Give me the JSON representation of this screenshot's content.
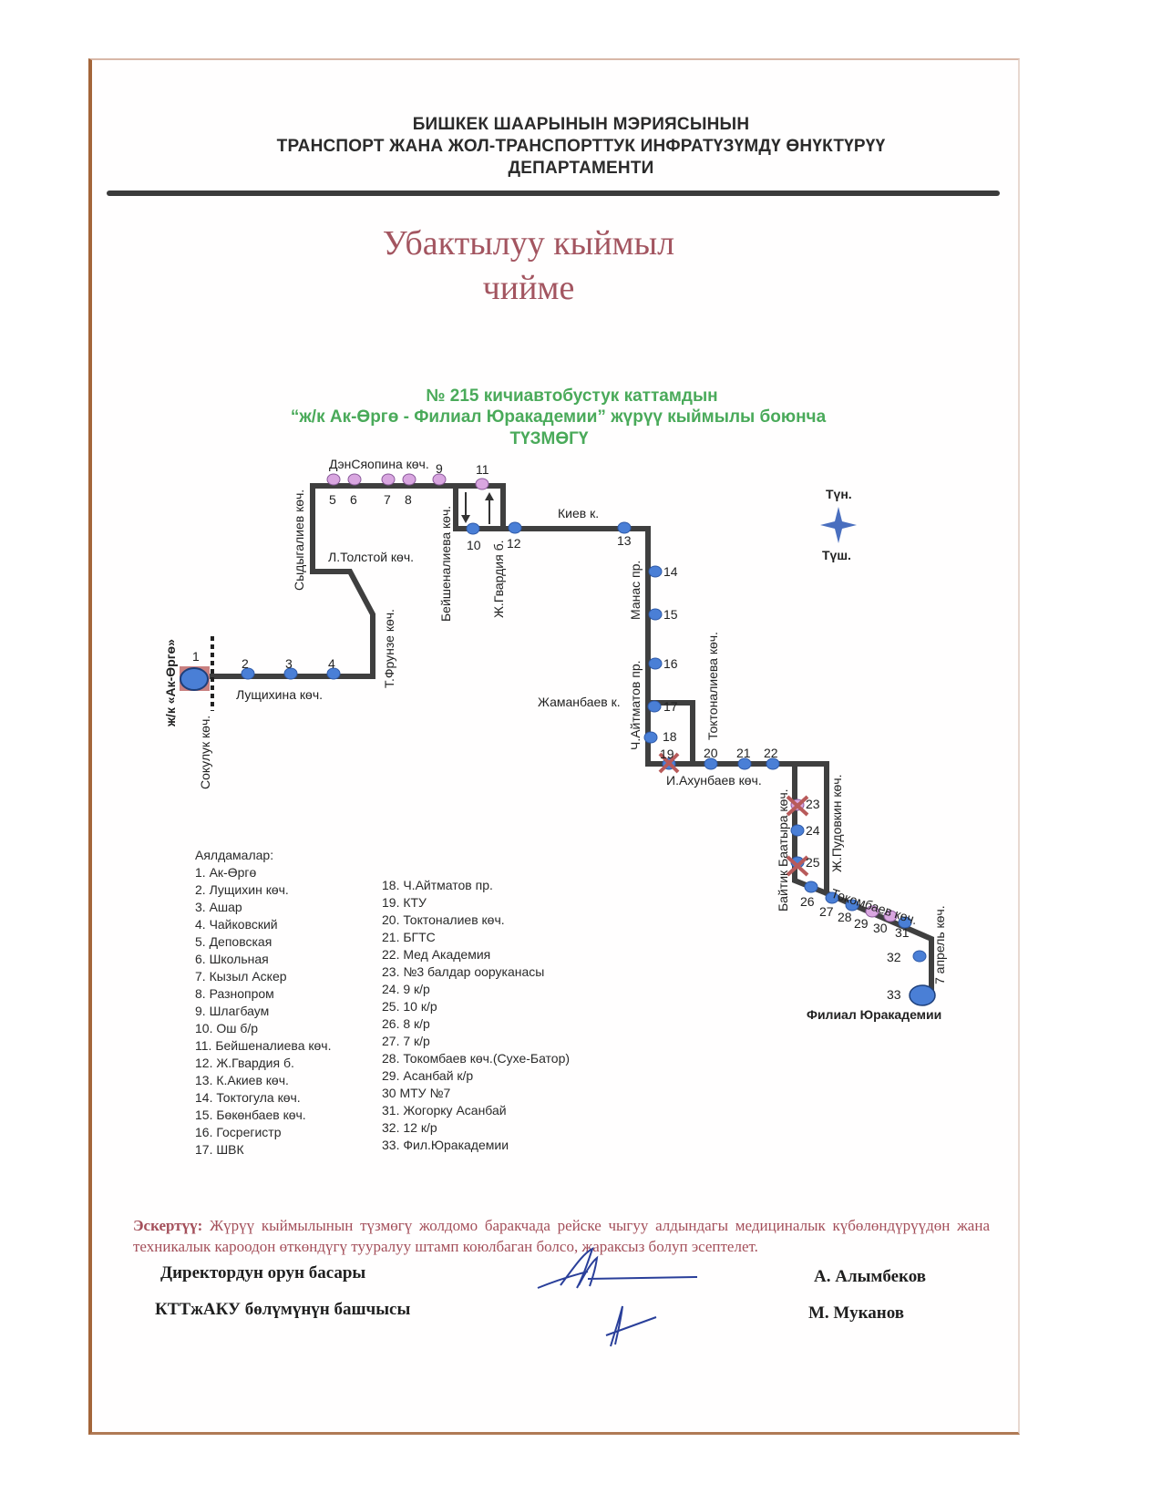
{
  "header": {
    "line1": "БИШКЕК ШААРЫНЫН  МЭРИЯСЫНЫН",
    "line2": "ТРАНСПОРТ ЖАНА ЖОЛ-ТРАНСПОРТТУК ИНФРАТҮЗҮМДҮ ӨНҮКТҮРҮҮ",
    "line3": "ДЕПАРТАМЕНТИ"
  },
  "title": {
    "line1": "Убактылуу кыймыл",
    "line2": "чийме"
  },
  "scheme_title": {
    "line1": "№ 215  кичиавтобустук каттамдын",
    "line2": "“ж/к Ак-Өргө - Филиал Юракадемии”  жүрүү кыймылы боюнча",
    "line3": "ТҮЗМӨГҮ"
  },
  "map": {
    "colors": {
      "route": "#3f3f3f",
      "stop_blue": "#4a7fd6",
      "stop_pink": "#d9a6e0",
      "closed_mark": "#b85a5a",
      "terminal_box": "#c98080",
      "compass": "#4a6fbf"
    },
    "compass": {
      "north": "Түн.",
      "south": "Түш."
    },
    "streets": {
      "dzerzhinsky": "ДэнСяопина көч.",
      "sydygaliev": "Сыдыгалиев көч.",
      "tolstoy": "Л.Толстой көч.",
      "frunze": "Т.Фрунзе көч.",
      "beishenalieva": "Бейшеналиева көч.",
      "gvardia": "Ж.Гвардия б.",
      "kiev": "Киев к.",
      "manas": "Манас пр.",
      "aitmatov": "Ч.Айтматов пр.",
      "zhamanbaev": "Жаманбаев к.",
      "toktonalieva": "Токтоналиева көч.",
      "akhunbaev": "И.Ахунбаев көч.",
      "baitik": "Байтик Баатыра көч.",
      "pudovkin": "Ж.Пудовкин көч.",
      "tokombaev": "Токомбаев көч.",
      "april7": "7 апрель көч.",
      "luschikhina": "Лущихина көч.",
      "sokuluk": "Сокулук көч."
    },
    "terminal_start": "ж/к «Ак-Өргө»",
    "terminal_end": "Филиал Юракадемии",
    "stop_numbers": [
      "1",
      "2",
      "3",
      "4",
      "5",
      "6",
      "7",
      "8",
      "9",
      "10",
      "11",
      "12",
      "13",
      "14",
      "15",
      "16",
      "17",
      "18",
      "19",
      "20",
      "21",
      "22",
      "23",
      "24",
      "25",
      "26",
      "27",
      "28",
      "29",
      "30",
      "31",
      "32",
      "33"
    ],
    "closed_stops": [
      "19",
      "23",
      "25"
    ]
  },
  "stops_list": {
    "heading": "Аялдамалар:",
    "col1": [
      "1. Ак-Өргө",
      "2. Лущихин көч.",
      "3. Ашар",
      "4. Чайковский",
      "5. Деповская",
      "6. Школьная",
      "7. Кызыл Аскер",
      "8. Разнопром",
      "9. Шлагбаум",
      "10. Ош б/р",
      "11. Бейшеналиева көч.",
      "12. Ж.Гвардия б.",
      "13. К.Акиев көч.",
      "14. Токтогула көч.",
      "15. Бөкөнбаев көч.",
      "16. Госрегистр",
      "17. ШВК"
    ],
    "col2": [
      "18. Ч.Айтматов пр.",
      "19. КТУ",
      "20. Токтоналиев көч.",
      "21. БГТС",
      "22. Мед Академия",
      "23. №3 балдар ооруканасы",
      "24. 9 к/р",
      "25. 10 к/р",
      "26. 8 к/р",
      "27. 7 к/р",
      "28. Токомбаев көч.(Сухе-Батор)",
      "29. Асанбай к/р",
      "30 МТУ №7",
      "31. Жогорку Асанбай",
      "32. 12 к/р",
      "33. Фил.Юракадемии"
    ]
  },
  "note": {
    "label": "Эскертүү:",
    "text": " Жүрүү кыймылынын түзмөгү жолдомо баракчада рейске чыгуу алдындагы медициналык күбөлөндүрүүдөн жана техникалык кароодон өткөндүгү тууралуу штамп коюлбаган болсо, жараксыз болуп эсептелет."
  },
  "signatures": [
    {
      "position": "Директордун орун басары",
      "name": "А. Алымбеков"
    },
    {
      "position": "КТТжАКУ  бөлүмүнүн башчысы",
      "name": "М. Муканов"
    }
  ]
}
